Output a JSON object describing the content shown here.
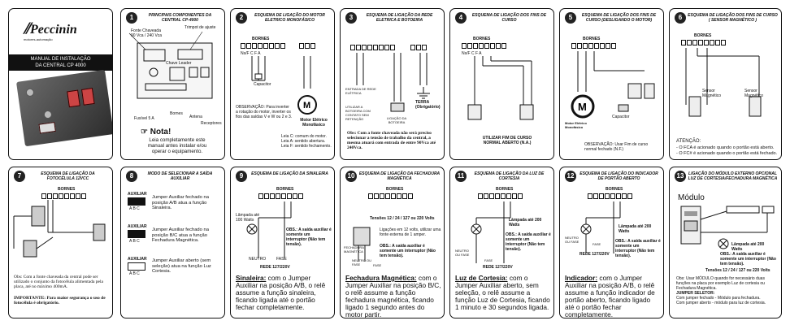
{
  "cover": {
    "brand": "Peccinin",
    "brand_tag": "motores-automação",
    "title_line1": "MANUAL DE INSTALAÇÃO",
    "title_line2": "DA CENTRAL CP 4000"
  },
  "panels": {
    "p1": {
      "num": "1",
      "title": "PRINCIPAIS COMPONENTES DA CENTRAL CP-4000",
      "labels": [
        "Fonte Chaveada 90 Vca / 240 Vca",
        "Trimpot de ajuste",
        "Chave Leader",
        "Bornes",
        "Fusível 5 A",
        "Antena",
        "Receptores"
      ],
      "note_head": "Nota!",
      "note_body": "Leia completamente este manual antes instalar e/ou operar o equipamento."
    },
    "p2": {
      "num": "2",
      "title": "ESQUEMA DE LIGAÇÃO DO MOTOR ELETRICO MONOFÁSICO",
      "bornes": "BORNES",
      "terminals": "Ns/F C F A",
      "obs": "OBSERVAÇÃO: Para inverter a rotação do motor, inverter os fios das saídas V e W ou 2 e 3.",
      "capacitor": "Capacitor",
      "motor": "Motor Elétrico Monofásico",
      "legend": "Leia C: comum do motor. Leia A: sentido abertura. Leia F: sentido fechamento."
    },
    "p3": {
      "num": "3",
      "title": "ESQUEMA DE LIGAÇÃO DA REDE ELETRICA E BOTOEIRA",
      "label_a": "ENTRADA DE REDE ELÉTRICA",
      "label_b": "UTILIZAR A BOTOEIRA COM CONTATO SEM RETENÇÃO",
      "label_c": "LIGAÇÃO DA BOTOEIRA",
      "terra": "TERRA (Obrigatório)",
      "obs": "Obs: Com a fonte chaveada não será preciso selecionar a tensão de trabalho da central, a mesma atuará com entrada de entre 90Vca até 240Vca."
    },
    "p4": {
      "num": "4",
      "title": "ESQUEMA DE LIGAÇÃO DOS FINS DE CURSO",
      "bornes": "BORNES",
      "terminals": "Ns/F C F A",
      "note": "UTILIZAR FIM DE CURSO NORMAL ABERTO (N.A.)"
    },
    "p5": {
      "num": "5",
      "title": "ESQUEMA DE LIGAÇÃO DOS FINS DE CURSO (DESLIGANDO O MOTOR)",
      "bornes": "BORNES",
      "motor": "Motor Elétrico Monofásico",
      "capacitor": "Capacitor",
      "obs": "OBSERVAÇÃO: Usar Fim de curso normal fechado (N.F.)"
    },
    "p6": {
      "num": "6",
      "title": "ESQUEMA DE LIGAÇÃO DOS FINS DE CURSO ( SENSOR MAGNÉTICO )",
      "bornes": "BORNES",
      "sensor_a": "Sensor Magnético",
      "sensor_b": "Sensor Magnético",
      "attention": "ATENÇÃO:",
      "line1": "- O FCA é acionado quando o portão está aberto.",
      "line2": "- O FC# é acionado quando o portão está fechado."
    },
    "p7": {
      "num": "7",
      "title": "ESQUEMA DE LIGAÇÃO DA FOTOCÉLULA 12VCC",
      "bornes": "BORNES",
      "obs": "Obs: Com a fonte chaveada da central pode ser utilizado o conjunto da fotocélula alimentada pela placa, até no máximo 400mA.",
      "important": "IMPORTANTE: Para maior segurança o uso de fotocélula é obrigatório."
    },
    "p8": {
      "num": "8",
      "title": "MODO DE SELECIONAR A SAÍDA AUXILIAR",
      "sel": "AUXILIAR",
      "abc": "A B C",
      "opt1": "Jumper Auxiliar fechado na posição A/B atua a função Sinaleira.",
      "opt2": "Jumper Auxiliar fechado na posição B/C atua a função Fechadura Magnética.",
      "opt3": "Jumper Auxiliar aberto (sem seleção) atua na função Luz Cortesia."
    },
    "p9": {
      "num": "9",
      "title": "ESQUEMA DE LIGAÇÃO DA SINALEIRA",
      "bornes": "BORNES",
      "lamp": "Lâmpada até 100 Watts",
      "obs": "OBS.: A saída auxiliar é somente um interruptor (Não tem tensão).",
      "rede": "REDE 127/220V",
      "neutro": "NEUTRO",
      "fase": "FASE",
      "caption_head": "Sinaleira:",
      "caption_body": "com o Jumper Auxiliar na posição A/B, o relê assume a função sinaleira, ficando ligada até o portão fechar completamente."
    },
    "p10": {
      "num": "10",
      "title": "ESQUEMA DE LIGAÇÃO DA FECHADURA MAGNÉTICA",
      "bornes": "BORNES",
      "tension": "Tensões 12 / 24 / 127 ou 220 Volts",
      "conn": "Ligações em 12 volts, utilizar uma fonte externa de 1 amper.",
      "obs": "OBS.: A saída auxiliar é somente um interruptor (Não tem tensão).",
      "fech": "FECHADURA MAGNÉTICA",
      "neutro": "NEUTRO OU FASE",
      "fase": "FASE",
      "caption_head": "Fechadura Magnética:",
      "caption_body": "com o Jumper Auxiliar na posição B/C, o relê assume a função fechadura magnética, ficando ligado 1 segundo antes do motor partir."
    },
    "p11": {
      "num": "11",
      "title": "ESQUEMA DE LIGAÇÃO DA LUZ DE CORTESIA",
      "bornes": "BORNES",
      "lamp": "Lâmpada até 200 Watts",
      "obs": "OBS.: A saída auxiliar é somente um interruptor (Não tem tensão).",
      "neutro": "NEUTRO OU FASE",
      "fase": "FASE",
      "rede": "REDE 127/220V",
      "caption_head": "Luz de Cortesia:",
      "caption_body": "com o Jumper Auxiliar aberto, sem seleção, o relê assume a função Luz de Cortesia, ficando 1 minuto e 30 segundos ligada."
    },
    "p12": {
      "num": "12",
      "title": "ESQUEMA DE LIGAÇÃO DO INDICADOR DE PORTÃO ABERTO",
      "bornes": "BORNES",
      "lamp": "Lâmpada até 200 Watts",
      "neutro": "NEUTRO OU FASE",
      "fase": "FASE",
      "rede": "REDE 127/220V",
      "obs": "OBS.: A saída auxiliar é somente um interruptor (Não tem tensão).",
      "caption_head": "Indicador:",
      "caption_body": "com o Jumper Auxiliar na posição A/B, o relê assume a função indicador de portão aberto, ficando ligado até o portão fechar completamente."
    },
    "p13": {
      "num": "13",
      "title": "LIGAÇÃO DO MÓDULO EXTERNO OPCIONAL LUZ DE CORTESIA/FECHADURA MAGNÉTICA",
      "module": "Módulo",
      "lamp": "Lâmpada até 200 Watts",
      "obs": "OBS.: A saída auxiliar é somente um interruptor (Não tem tensão).",
      "tension": "Tensões 12 / 24 / 127 ou 220 Volts",
      "obs2": "Obs: Usar MÓDULO quando for necessário duas funções na placa por exemplo Luz de cortesia ou Fechadura Magnética.",
      "jumper": "JUMPER SELETOR:",
      "j1": "Com jumper fechado - Módulo para fechadura.",
      "j2": "Com jumper aberto - módulo para luz de cortesia."
    }
  }
}
